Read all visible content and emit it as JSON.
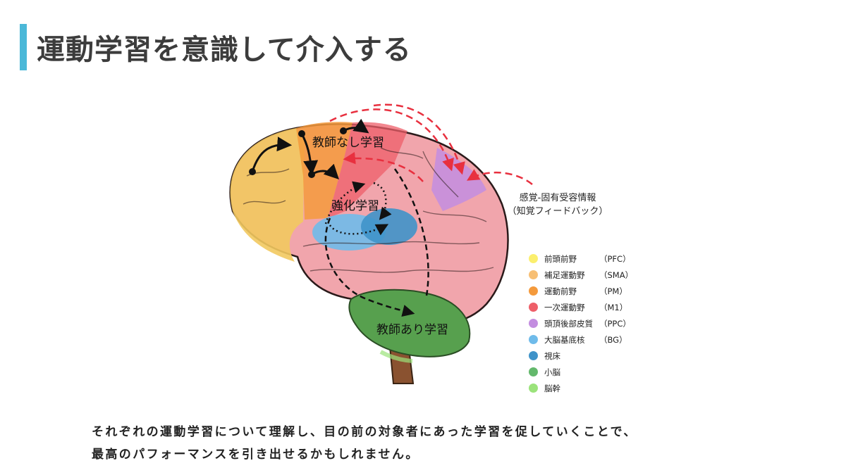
{
  "title": "運動学習を意識して介入する",
  "accent_color": "#4bb8d8",
  "labels": {
    "unsupervised": "教師なし学習",
    "reinforcement": "強化学習",
    "supervised": "教師あり学習",
    "sensory_line1": "感覚-固有受容情報",
    "sensory_line2": "（知覚フィードバック）"
  },
  "legend": [
    {
      "name": "前頭前野",
      "abbr": "（PFC）",
      "color": "#fbef6e"
    },
    {
      "name": "補足運動野",
      "abbr": "（SMA）",
      "color": "#f7bf74"
    },
    {
      "name": "運動前野",
      "abbr": "（PM）",
      "color": "#f49a3c"
    },
    {
      "name": "一次運動野",
      "abbr": "（M1）",
      "color": "#ee5f69"
    },
    {
      "name": "頭頂後部皮質",
      "abbr": "（PPC）",
      "color": "#c38de0"
    },
    {
      "name": "大脳基底核",
      "abbr": "（BG）",
      "color": "#6fbbea"
    },
    {
      "name": "視床",
      "abbr": "",
      "color": "#3f93c9"
    },
    {
      "name": "小脳",
      "abbr": "",
      "color": "#63b86c"
    },
    {
      "name": "脳幹",
      "abbr": "",
      "color": "#9be37b"
    }
  ],
  "body_lines": [
    "それぞれの運動学習について理解し、目の前の対象者にあった学習を促していくことで、",
    "最高のパフォーマンスを引き出せるかもしれません。"
  ]
}
